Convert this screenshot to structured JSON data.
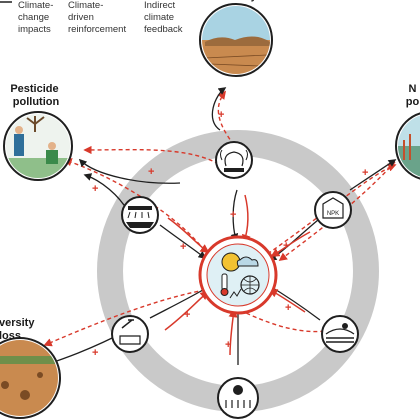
{
  "legend": {
    "items": [
      {
        "lines": [
          "Climate-",
          "change",
          "impacts"
        ]
      },
      {
        "lines": [
          "Climate-",
          "driven",
          "reinforcement"
        ]
      },
      {
        "lines": [
          "Indirect",
          "climate",
          "feedback"
        ]
      }
    ]
  },
  "nodes": {
    "scarcity": {
      "title_lines": [
        "scarcity"
      ]
    },
    "pesticide": {
      "title_lines": [
        "Pesticide",
        "pollution"
      ]
    },
    "nitrogen": {
      "title_lines": [
        "N",
        "pol"
      ]
    },
    "biodiversity": {
      "title_lines": [
        "odiversity",
        "loss"
      ]
    }
  },
  "signs": {
    "plus": "+"
  },
  "icons": {
    "npk_label": "NPK"
  },
  "colors": {
    "red": "#d8392b",
    "ring": "#c9c9c9",
    "dark": "#1f1f1f",
    "center_bg": "#dff0f5"
  }
}
